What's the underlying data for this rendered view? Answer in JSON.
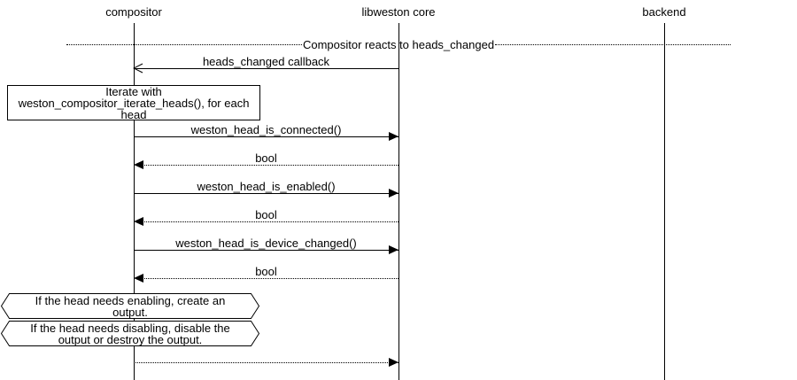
{
  "diagram": {
    "type": "sequence",
    "colors": {
      "stroke": "#000000",
      "background": "#ffffff"
    },
    "actors": [
      {
        "name": "compositor"
      },
      {
        "name": "libweston core"
      },
      {
        "name": "backend"
      }
    ],
    "divider": {
      "label": "Compositor reacts to heads_changed"
    },
    "notes": {
      "iterate_box": "Iterate with weston_compositor_iterate_heads(), for each head",
      "enable_condition": "If the head needs enabling, create an output.",
      "disable_condition": "If the head needs disabling, disable the output or destroy the output."
    },
    "messages": [
      {
        "label": "heads_changed callback",
        "from": "libweston core",
        "to": "compositor",
        "line": "solid",
        "arrowhead": "open"
      },
      {
        "label": "weston_head_is_connected()",
        "from": "compositor",
        "to": "libweston core",
        "line": "solid",
        "arrowhead": "filled"
      },
      {
        "label": "bool",
        "from": "libweston core",
        "to": "compositor",
        "line": "dotted",
        "arrowhead": "filled"
      },
      {
        "label": "weston_head_is_enabled()",
        "from": "compositor",
        "to": "libweston core",
        "line": "solid",
        "arrowhead": "filled"
      },
      {
        "label": "bool",
        "from": "libweston core",
        "to": "compositor",
        "line": "dotted",
        "arrowhead": "filled"
      },
      {
        "label": "weston_head_is_device_changed()",
        "from": "compositor",
        "to": "libweston core",
        "line": "solid",
        "arrowhead": "filled"
      },
      {
        "label": "bool",
        "from": "libweston core",
        "to": "compositor",
        "line": "dotted",
        "arrowhead": "filled"
      },
      {
        "label": "",
        "from": "compositor",
        "to": "libweston core",
        "line": "dotted",
        "arrowhead": "filled"
      }
    ]
  }
}
